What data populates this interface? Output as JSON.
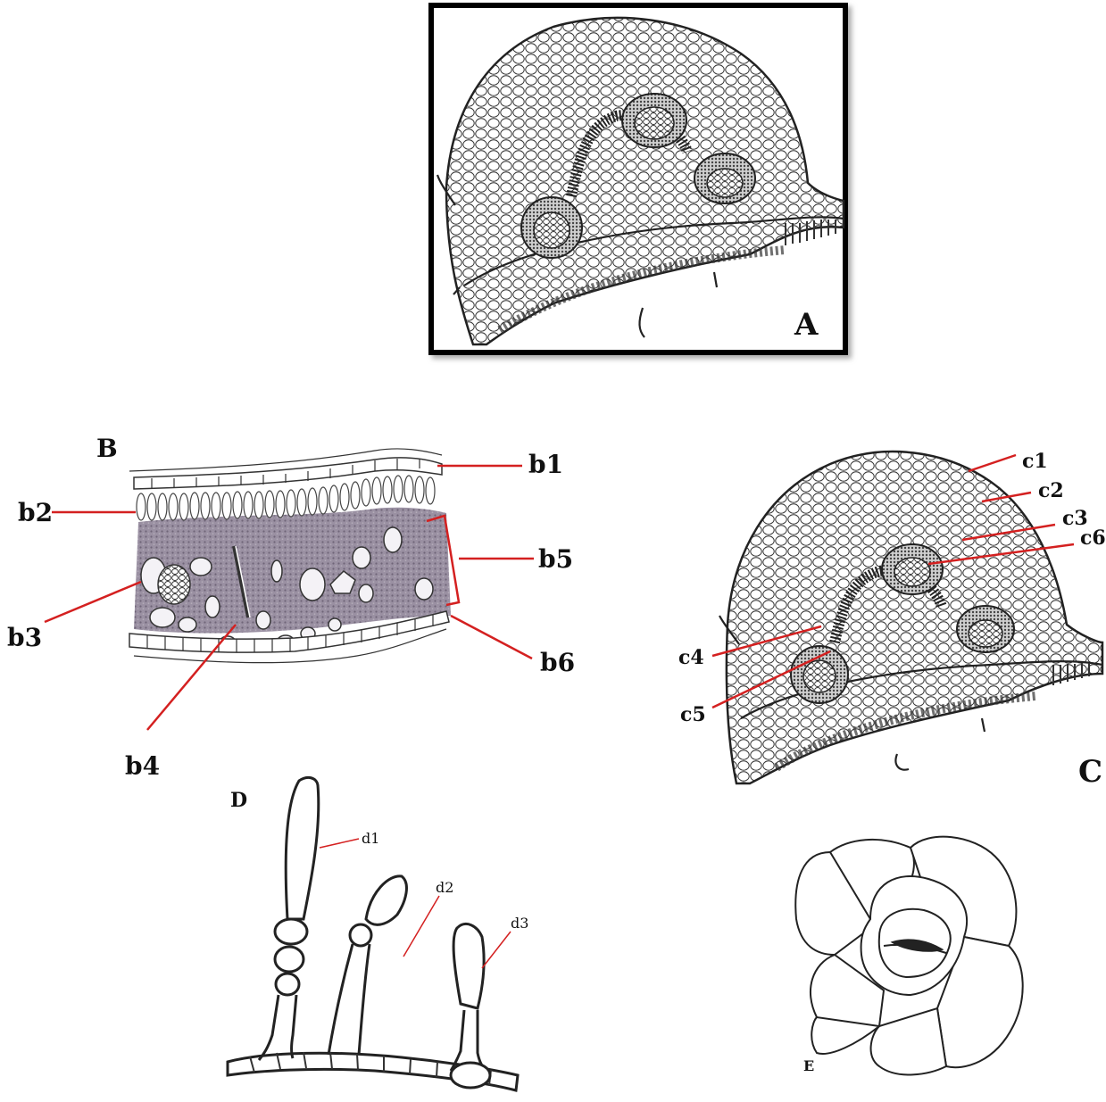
{
  "panels": {
    "A": {
      "label": "A"
    },
    "B": {
      "label": "B",
      "callouts": [
        "b1",
        "b2",
        "b3",
        "b4",
        "b5",
        "b6"
      ]
    },
    "C": {
      "label": "C",
      "callouts": [
        "c1",
        "c2",
        "c3",
        "c6",
        "c4",
        "c5"
      ]
    },
    "D": {
      "label": "D",
      "callouts": [
        "d1",
        "d2",
        "d3"
      ]
    },
    "E": {
      "label": "E"
    }
  },
  "colors": {
    "callout_line": "#d42020",
    "ink": "#222222",
    "mesophyll": "#8e8496",
    "frame": "#000000"
  }
}
